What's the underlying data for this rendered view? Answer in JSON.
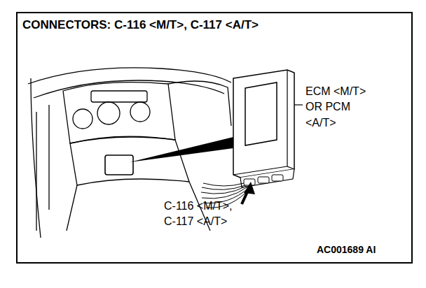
{
  "diagram": {
    "title": "CONNECTORS: C-116 <M/T>, C-117 <A/T>",
    "labels": [
      "ECM <M/T> OR PCM <A/T>",
      "C-116 <M/T>, C-117 <A/T>",
      "AC001689 AI"
    ]
  }
}
